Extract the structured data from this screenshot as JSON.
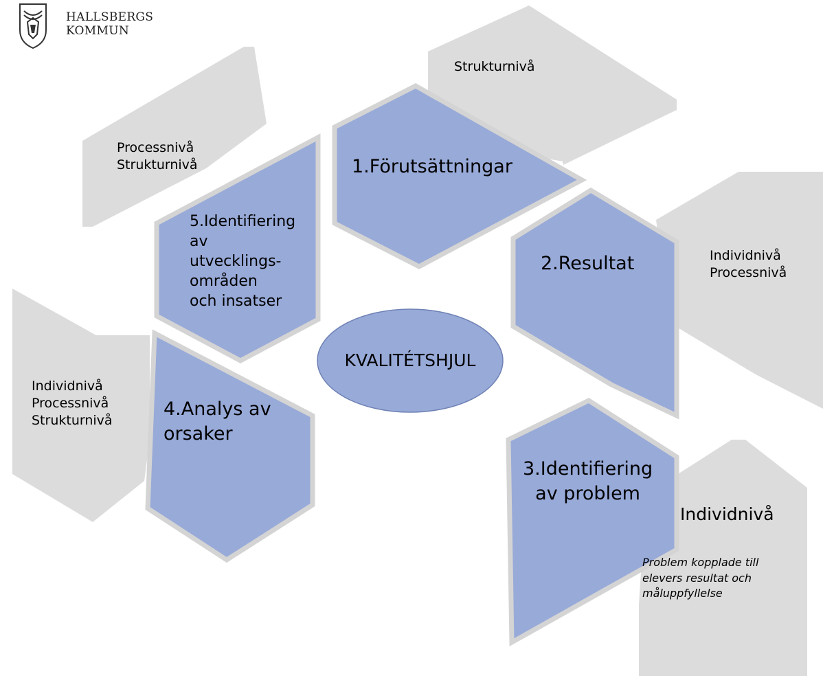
{
  "logo": {
    "line1": "HALLSBERGS",
    "line2": "KOMMUN"
  },
  "center": {
    "label": "KVALITÉTSHJUL"
  },
  "steps": [
    {
      "id": "step1",
      "label_lines": [
        "1.Förutsättningar"
      ]
    },
    {
      "id": "step2",
      "label_lines": [
        "2.Resultat"
      ]
    },
    {
      "id": "step3",
      "label_lines": [
        "3.Identifiering",
        "av problem"
      ]
    },
    {
      "id": "step4",
      "label_lines": [
        "4.Analys av",
        "orsaker"
      ]
    },
    {
      "id": "step5",
      "label_lines": [
        "5.Identifiering",
        "av",
        "utvecklings-",
        "områden",
        "och insatser"
      ]
    }
  ],
  "levels": {
    "step1": [
      "Strukturnivå"
    ],
    "step2": [
      "Individnivå",
      "Processnivå"
    ],
    "step3": [
      "Individnivå"
    ],
    "step4": [
      "Individnivå",
      "Processnivå",
      "Strukturnivå"
    ],
    "step5": [
      "Processnivå",
      "Strukturnivå"
    ]
  },
  "step3_note": [
    "Problem kopplade till",
    "elevers resultat och",
    "måluppfyllelse"
  ],
  "colors": {
    "step_fill": "#98aad8",
    "level_fill": "#dcdcdc",
    "border": "#d4d4d4"
  }
}
